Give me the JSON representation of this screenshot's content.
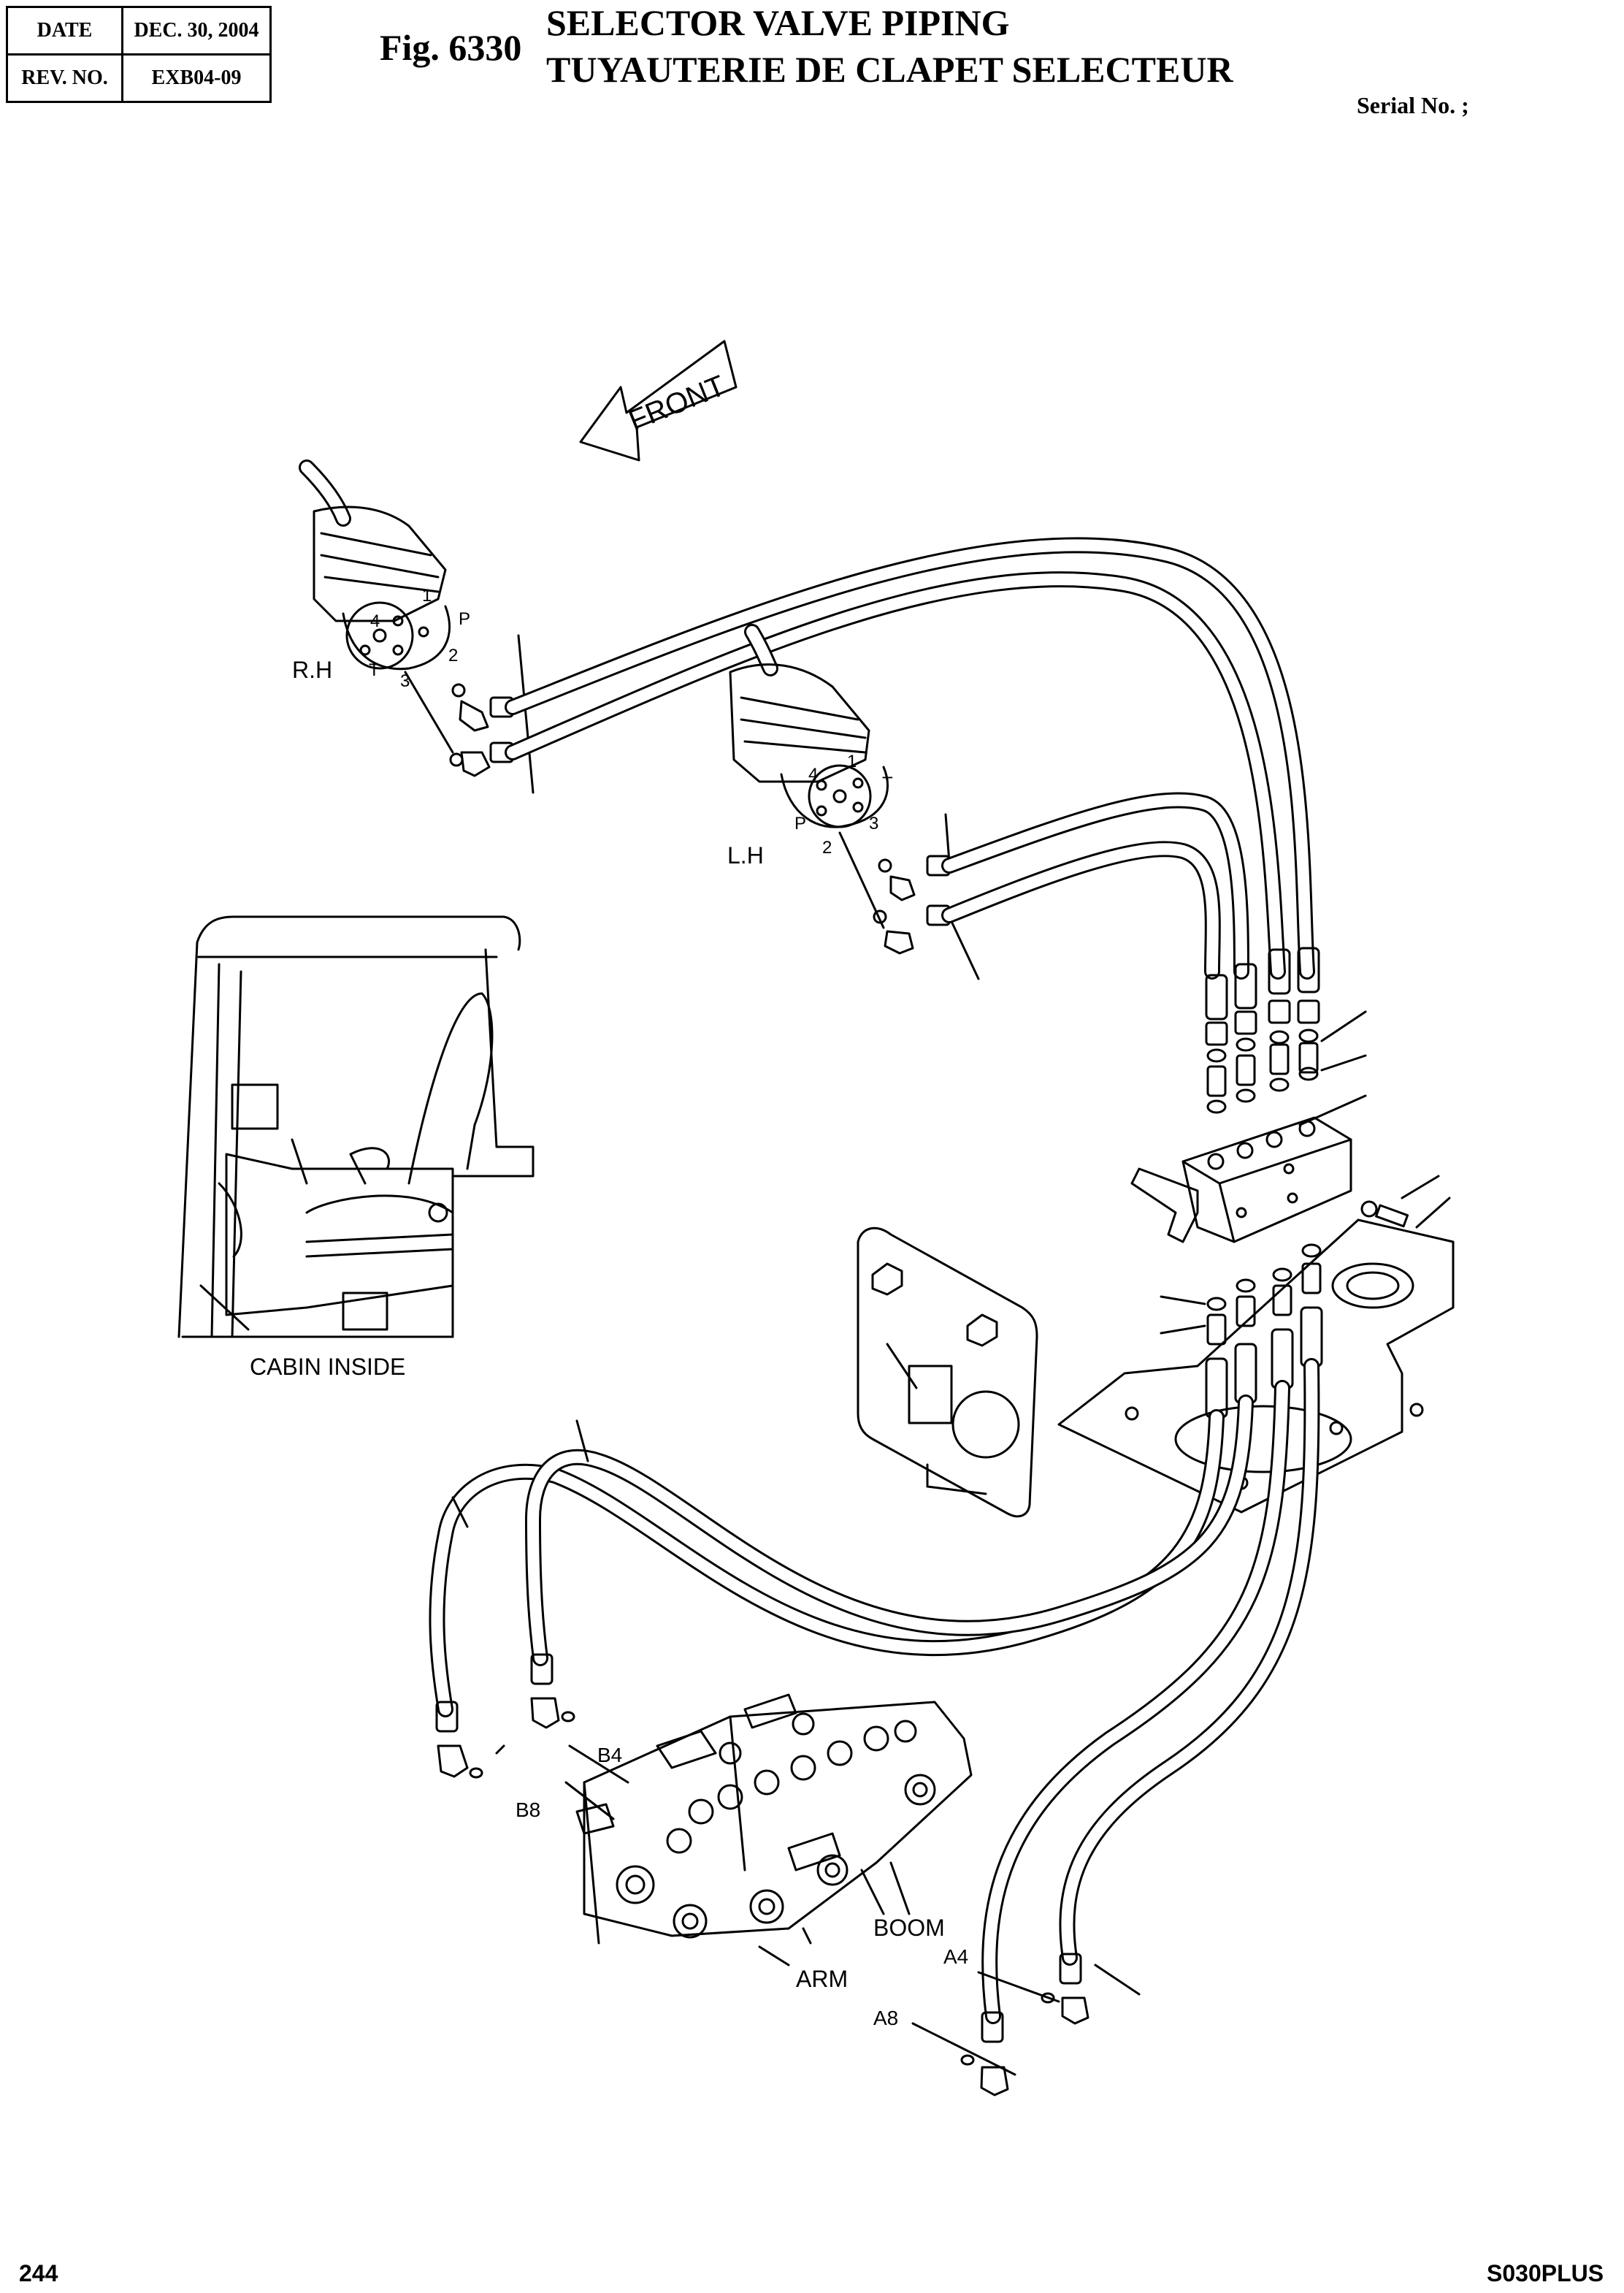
{
  "header": {
    "date_label": "DATE",
    "date_value": "DEC. 30, 2004",
    "rev_label": "REV. NO.",
    "rev_value": "EXB04-09"
  },
  "figure": {
    "number": "Fig. 6330",
    "title_en": "SELECTOR VALVE PIPING",
    "title_fr": "TUYAUTERIE DE CLAPET SELECTEUR",
    "serial": "Serial No. ;"
  },
  "labels": {
    "front": "FRONT",
    "rh": "R.H",
    "lh": "L.H",
    "cabin": "CABIN INSIDE",
    "b4": "B4",
    "b8": "B8",
    "boom": "BOOM",
    "arm": "ARM",
    "a4": "A4",
    "a8": "A8",
    "rh_port1": "1",
    "rh_port2": "2",
    "rh_port3": "3",
    "rh_port4": "4",
    "rh_portP": "P",
    "rh_portT": "T",
    "lh_port1": "1",
    "lh_port2": "2",
    "lh_port3": "3",
    "lh_port4": "4",
    "lh_portP": "P",
    "lh_portT": "T"
  },
  "footer": {
    "page": "244",
    "model": "S030PLUS"
  }
}
